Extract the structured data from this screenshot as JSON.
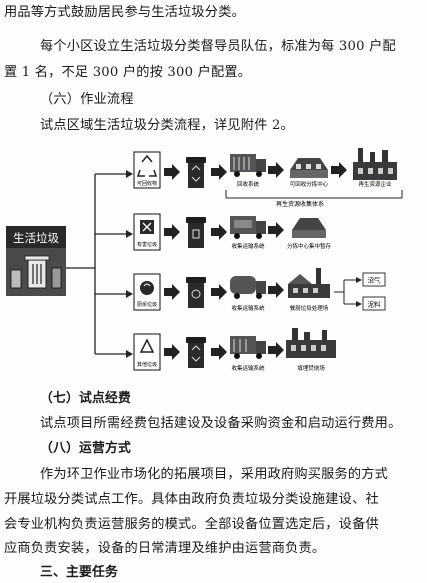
{
  "text": {
    "l1": "用品等方式鼓励居民参与生活垃圾分类。",
    "l2": "每个小区设立生活垃圾分类督导员队伍，标准为每 300 户配",
    "l3": "置 1 名，不足 300 户的按 300 户配置。",
    "h6": "（六）作业流程",
    "l4": "试点区域生活垃圾分类流程，详见附件 2。",
    "h7": "（七）试点经费",
    "l5": "试点项目所需经费包括建设及设备采购资金和启动运行费用。",
    "h8": "（八）运营方式",
    "l6": "作为环卫作业市场化的拓展项目，采用政府购买服务的方式",
    "l7": "开展垃圾分类试点工作。具体由政府负责垃圾分类设施建设、社",
    "l8": "会专业机构负责运营服务的模式。全部设备位置选定后，设备供",
    "l9": "应商负责安装，设备的日常清理及维护由运营商负责。",
    "h3": "三、主要任务"
  },
  "diagram": {
    "source_label": "生活垃圾",
    "rows": [
      {
        "bin_label": "可回收物",
        "stage1": "回收系统",
        "stage2": "可回收分拣中心",
        "stage3": "再生资源企业",
        "system": "再生资源收集体系"
      },
      {
        "bin_label": "有害垃圾",
        "stage1": "收集运输系统",
        "stage2": "分拣中心集中暂存"
      },
      {
        "bin_label": "厨余垃圾",
        "stage1": "收集运输系统",
        "stage2": "餐厨垃圾处理场",
        "out1": "沼气",
        "out2": "泥料"
      },
      {
        "bin_label": "其他垃圾",
        "stage1": "收集运输系统",
        "stage2": "填埋焚烧场"
      }
    ]
  }
}
